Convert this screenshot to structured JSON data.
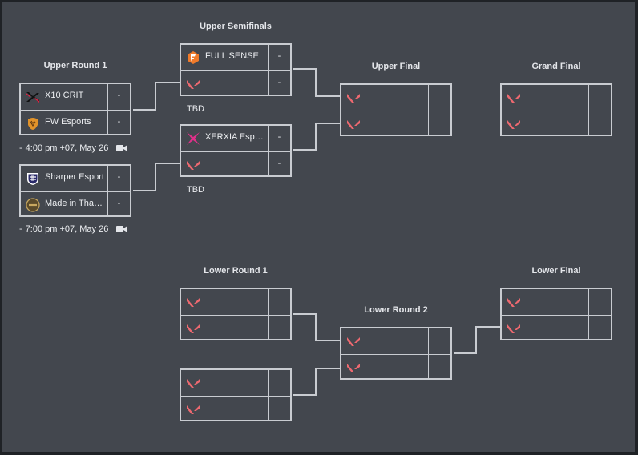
{
  "bracket": {
    "rounds": {
      "upper_round_1": "Upper Round 1",
      "upper_semifinals": "Upper Semifinals",
      "upper_final": "Upper Final",
      "grand_final": "Grand Final",
      "lower_round_1": "Lower Round 1",
      "lower_round_2": "Lower Round 2",
      "lower_final": "Lower Final"
    },
    "upper_round_1": [
      {
        "team1": {
          "name": "X10 CRIT",
          "score": "-",
          "logo": "x10-crit-logo"
        },
        "team2": {
          "name": "FW Esports",
          "score": "-",
          "logo": "fw-esports-logo"
        },
        "schedule": "4:00 pm +07, May 26",
        "dash": "-"
      },
      {
        "team1": {
          "name": "Sharper Esport",
          "score": "-",
          "logo": "sharper-esport-logo"
        },
        "team2": {
          "name": "Made in Thailand",
          "score": "-",
          "logo": "made-in-thailand-logo"
        },
        "schedule": "7:00 pm +07, May 26",
        "dash": "-"
      }
    ],
    "upper_semifinals": [
      {
        "team1": {
          "name": "FULL SENSE",
          "score": "-",
          "logo": "full-sense-logo"
        },
        "team2": {
          "name": "",
          "score": "-",
          "logo": "valorant-icon"
        },
        "status": "TBD"
      },
      {
        "team1": {
          "name": "XERXIA Esports",
          "score": "-",
          "logo": "xerxia-logo"
        },
        "team2": {
          "name": "",
          "score": "-",
          "logo": "valorant-icon"
        },
        "status": "TBD"
      }
    ],
    "placeholder_logo": "valorant-icon",
    "colors": {
      "background": "#43474e",
      "border": "#c9ccd1",
      "valorant": "#ee6970",
      "text": "#eceef1"
    }
  }
}
